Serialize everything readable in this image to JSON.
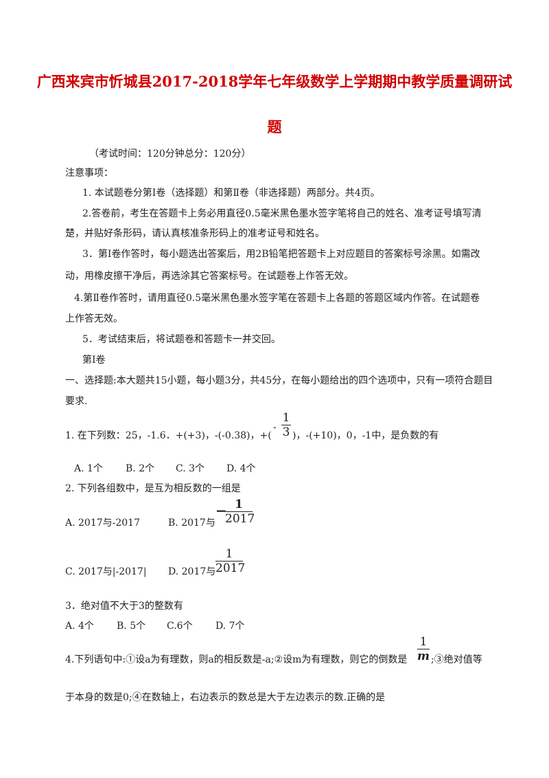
{
  "title": {
    "line1": "广西来宾市忻城县2017-2018学年七年级数学上学期期中教学质量调研试",
    "line2": "题"
  },
  "exam_info": "（考试时间：120分钟总分：120分）",
  "notice": {
    "heading": "注意事项：",
    "item1": "1. 本试题卷分第Ⅰ卷（选择题）和第Ⅱ卷（非选择题）两部分。共4页。",
    "item2_a": "2.答卷前，考生在答题卡上务必用直径0.5毫米黑色墨水签字笔将自己的姓名、准考证号填写清",
    "item2_b": "楚，并贴好条形码，请认真核准条形码上的准考证号和姓名。",
    "item3_a": "3．第Ⅰ卷作答时，每小题选出答案后，用2B铅笔把答题卡上对应题目的答案标号涂黑。如需改",
    "item3_b": "动，用橡皮擦干净后，再选涂其它答案标号。在试题卷上作答无效。",
    "item4_a": "4.第Ⅱ卷作答时，请用直径0.5毫米黑色墨水签字笔在答题卡上各题的答题区域内作答。在试题卷",
    "item4_b": "上作答无效。",
    "item5": "5．考试结束后，将试题卷和答题卡一并交回。"
  },
  "part1": "第Ⅰ卷",
  "section1": {
    "line_a": "一、选择题:本大题共15小题，每小题3分，共45分，在每小题给出的四个选项中，只有一项符合题目",
    "line_b": "要求."
  },
  "q1": {
    "before": "1. 在下列数：25，-1.6．+(+3)，-(-0.38)，+(",
    "minus": "-",
    "frac_num": "1",
    "frac_den": "3",
    "after": ")，-(+10)，0，-1中，是负数的有",
    "options": [
      "A. 1个",
      "B. 2个",
      "C. 3个",
      "D. 4个"
    ]
  },
  "q2": {
    "stem": "2. 下列各组数中，是互为相反数的一组是",
    "optA": "A.  2017与-2017",
    "optB": "B. 2017与",
    "optB_minus": "−",
    "optB_num": "1",
    "optB_den": "2017",
    "optC": "C.  2017与|-2017|",
    "optD": "D. 2017与",
    "optD_num": "1",
    "optD_den": "2017"
  },
  "q3": {
    "stem": "3．绝对值不大于3的整数有",
    "options": [
      "A. 4个",
      "B. 5个",
      "C.6个",
      "D. 7个"
    ]
  },
  "q4": {
    "line_a": "4.下列语句中:①设a为有理数，则a的相反数是-a;②设m为有理数，则它的倒数是",
    "frac_num": "1",
    "frac_den": "m",
    "line_a_after": ";③绝对值等",
    "line_b": "于本身的数是0;④在数轴上，右边表示的数总是大于左边表示的数.正确的是"
  }
}
